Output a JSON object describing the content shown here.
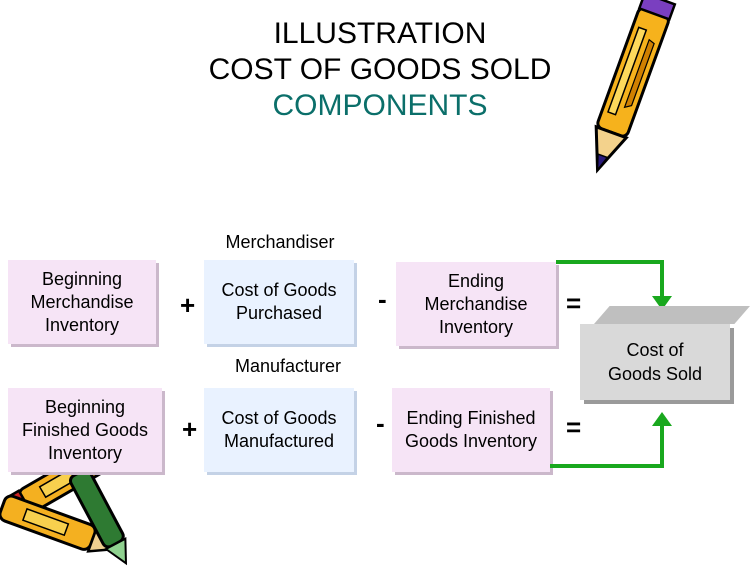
{
  "title": {
    "line1": "ILLUSTRATION",
    "line2": "COST OF GOODS SOLD",
    "line3": "COMPONENTS"
  },
  "merchandiser": {
    "label": "Merchandiser",
    "beginning": "Beginning Merchandise Inventory",
    "plus": "+",
    "cost": "Cost of Goods Purchased",
    "minus": "-",
    "ending": "Ending Merchandise Inventory",
    "equals": "="
  },
  "manufacturer": {
    "label": "Manufacturer",
    "beginning": "Beginning Finished Goods Inventory",
    "plus": "+",
    "cost": "Cost of Goods Manufactured",
    "minus": "-",
    "ending": "Ending Finished Goods Inventory",
    "equals": "="
  },
  "result": "Cost of Goods Sold",
  "colors": {
    "arrow": "#19a81e",
    "components": "#0b6f6a",
    "pink_box": "#f6e4f6",
    "blue_box": "#e9f2ff"
  },
  "icons": [
    "pencil-icon",
    "crayons-icon"
  ]
}
